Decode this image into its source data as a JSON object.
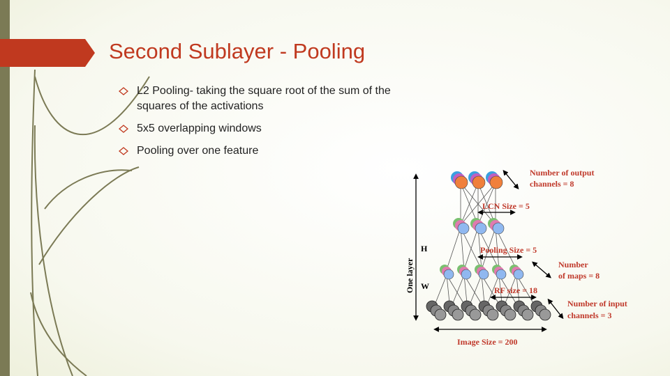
{
  "slide": {
    "title": "Second Sublayer - Pooling",
    "bullets": [
      "L2 Pooling- taking the square root of the sum of the squares of the activations",
      "5x5 overlapping windows",
      "Pooling over one feature"
    ]
  },
  "figure": {
    "labels": {
      "output_channels_1": "Number  of output",
      "output_channels_2": "channels = 8",
      "lcn_size": "LCN Size = 5",
      "pooling_size": "Pooling Size = 5",
      "num_maps_1": "Number",
      "num_maps_2": "of maps = 8",
      "rf_size": "RF size = 18",
      "input_channels_1": "Number  of input",
      "input_channels_2": "channels = 3",
      "image_size": "Image Size = 200",
      "one_layer": "One layer",
      "h": "H",
      "w": "W"
    }
  },
  "colors": {
    "accent": "#c0391f",
    "label": "#c0392b",
    "sidebar": "#7b7a55"
  }
}
